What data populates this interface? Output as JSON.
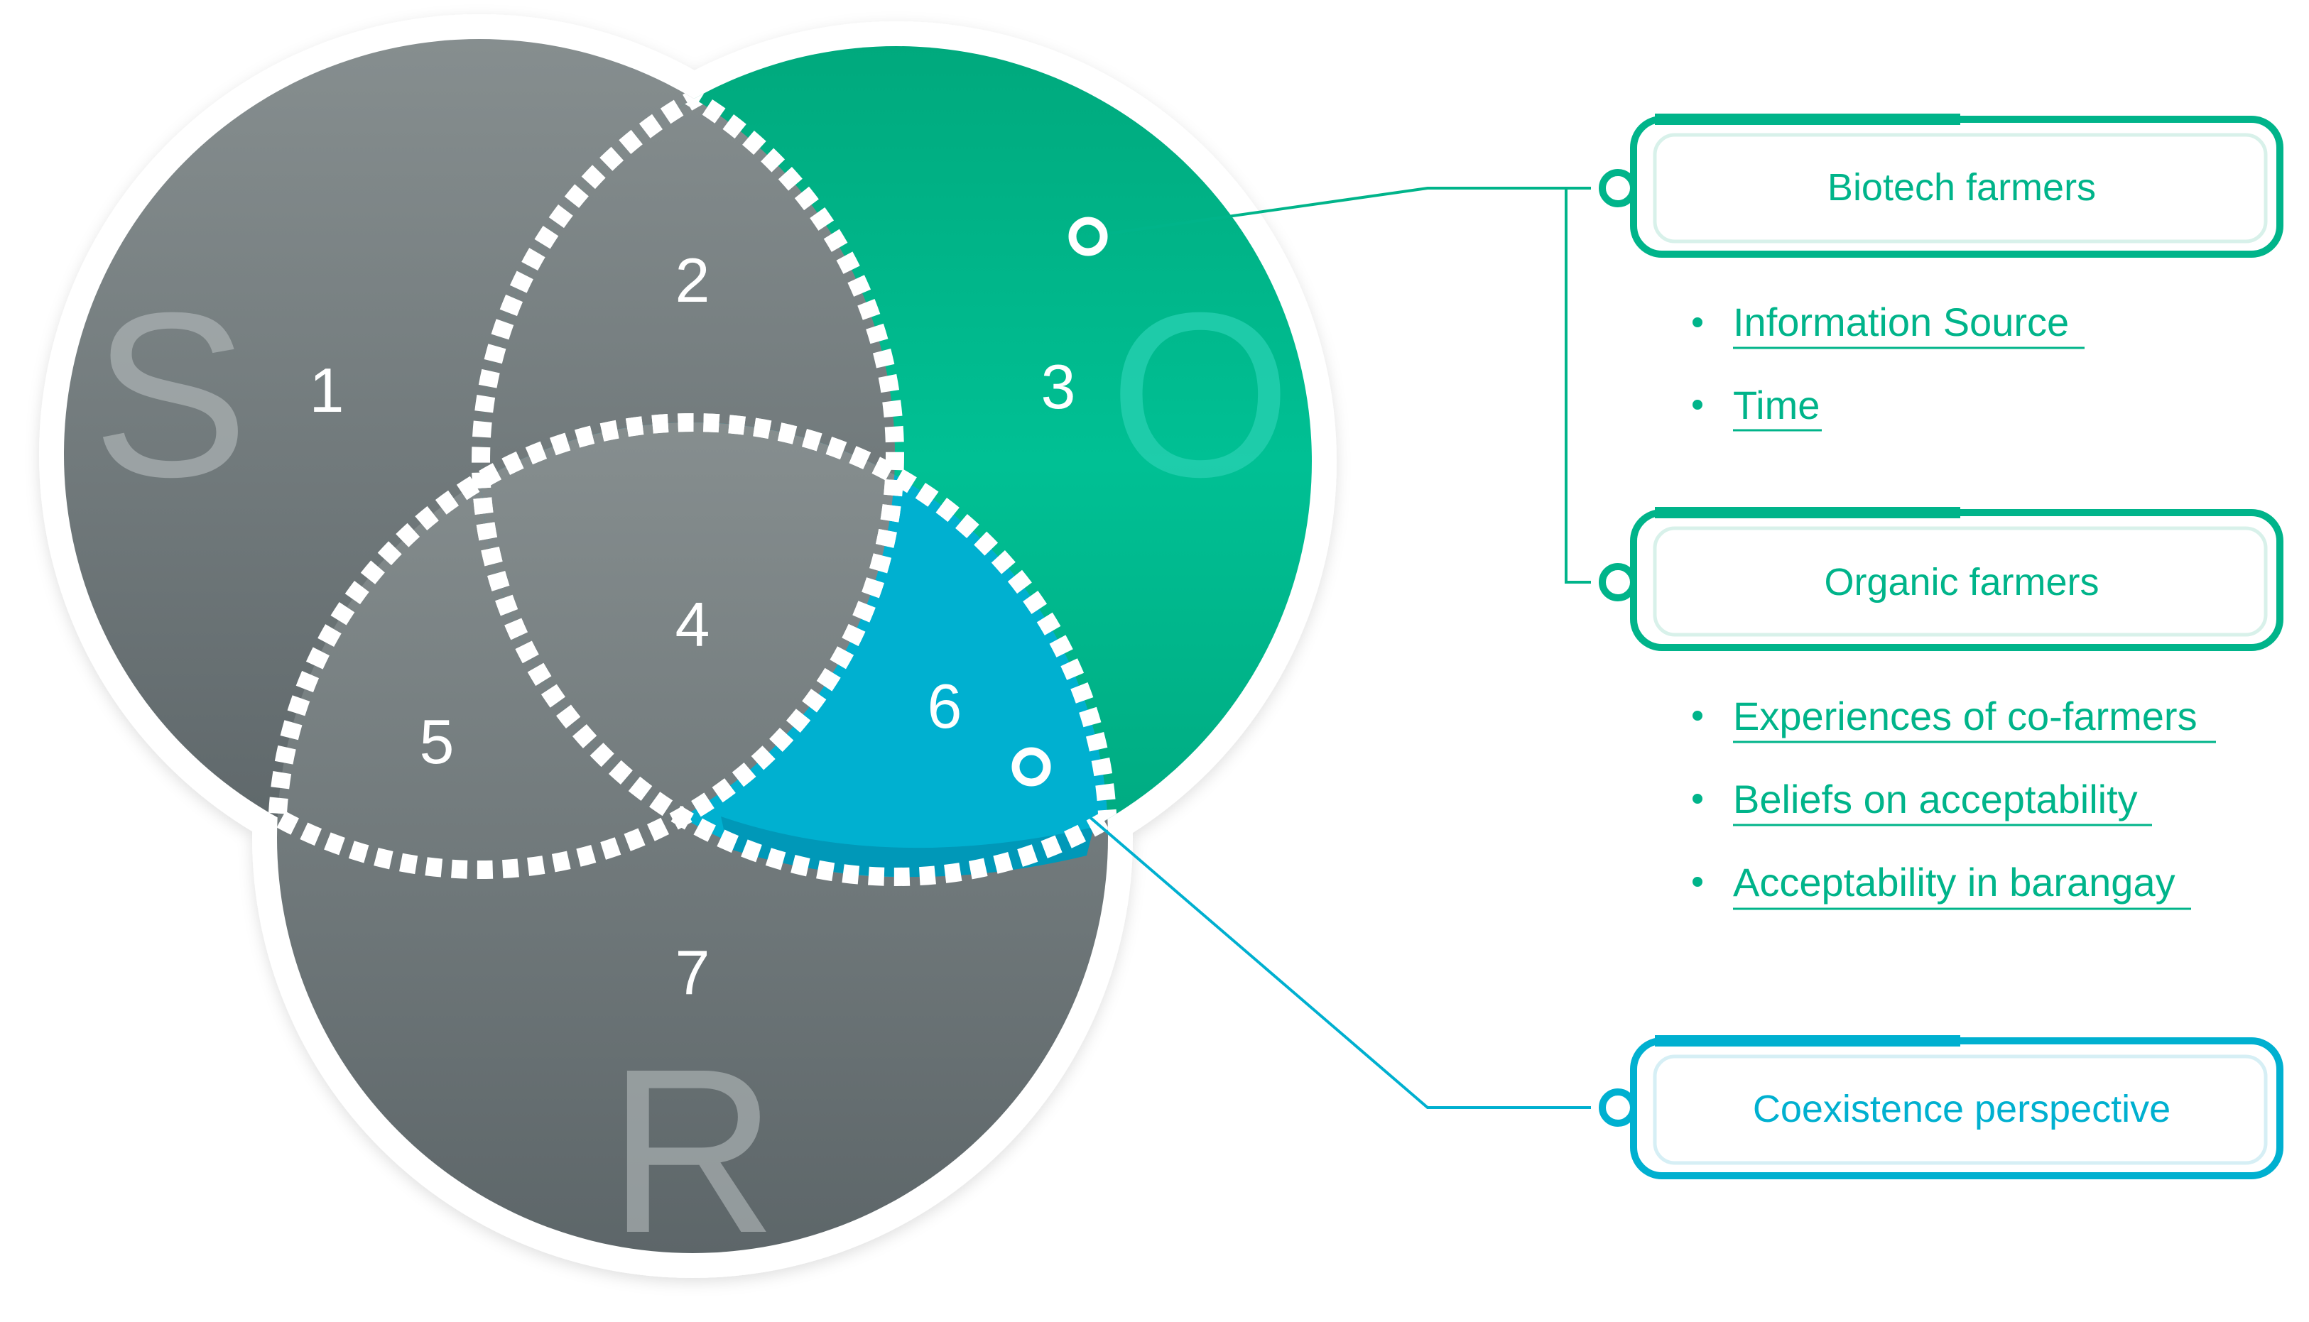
{
  "venn": {
    "circles": [
      {
        "letter": "S",
        "color": "#7c8587"
      },
      {
        "letter": "O",
        "color": "#00b48a"
      },
      {
        "letter": "R",
        "color": "#7c8587"
      }
    ],
    "regions": [
      "1",
      "2",
      "3",
      "4",
      "5",
      "6",
      "7"
    ],
    "highlight_color": "#00b0d0"
  },
  "callouts": [
    {
      "title": "Biotech farmers",
      "color": "#00b48a",
      "items": [
        "Information Source",
        "Time"
      ]
    },
    {
      "title": "Organic farmers",
      "color": "#00b48a",
      "items": [
        "Experiences of co-farmers",
        "Beliefs on acceptability",
        "Acceptability in barangay"
      ]
    },
    {
      "title": "Coexistence perspective",
      "color": "#00b0d0",
      "items": []
    }
  ]
}
